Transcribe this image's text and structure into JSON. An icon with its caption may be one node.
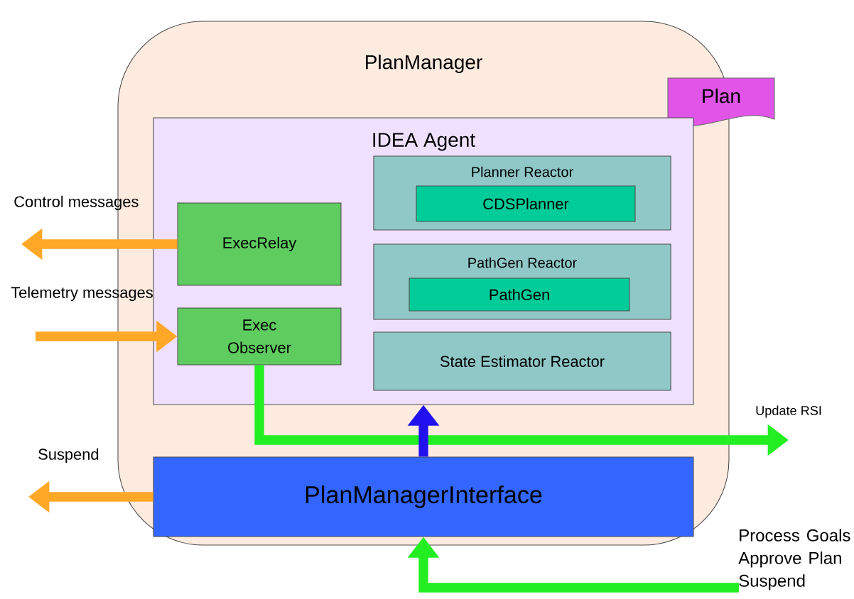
{
  "diagram": {
    "nodes": [
      {
        "text": [
          "PlanManager"
        ]
      },
      {
        "text": [
          "Plan"
        ],
        "in": 0
      },
      {
        "text": [
          "IDEA Agent"
        ],
        "in": 0
      },
      {
        "text": [
          "Planner Reactor"
        ],
        "in": 2
      },
      {
        "text": [
          "CDSPlanner"
        ],
        "in": 3
      },
      {
        "text": [
          "PathGen Reactor"
        ],
        "in": 2
      },
      {
        "text": [
          "PathGen"
        ],
        "in": 5
      },
      {
        "text": [
          "State Estimator Reactor"
        ],
        "in": 2
      },
      {
        "text": [
          "ExecRelay"
        ],
        "in": 2
      },
      {
        "text": [
          "Exec Observer"
        ],
        "in": 2
      },
      {
        "text": [
          "PlanManagerInterface"
        ],
        "in": 0
      }
    ],
    "edges": [
      {
        "from": 8,
        "to": null,
        "arrow": "to",
        "label": "Control messages",
        "color": "#ffa726"
      },
      {
        "from": null,
        "to": 9,
        "arrow": "to",
        "label": "Telemetry messages",
        "color": "#ffa726"
      },
      {
        "from": 10,
        "to": null,
        "arrow": "to",
        "label": "Suspend",
        "color": "#ffa726"
      },
      {
        "from": 9,
        "to": null,
        "arrow": "to",
        "label": "Update RSI",
        "color": "#22ee22"
      },
      {
        "from": 10,
        "to": 2,
        "arrow": "to",
        "color": "#2211ee"
      },
      {
        "from": null,
        "to": 10,
        "arrow": "to",
        "label": "Process Goals Approve Plan Suspend",
        "color": "#22ee22"
      }
    ]
  }
}
